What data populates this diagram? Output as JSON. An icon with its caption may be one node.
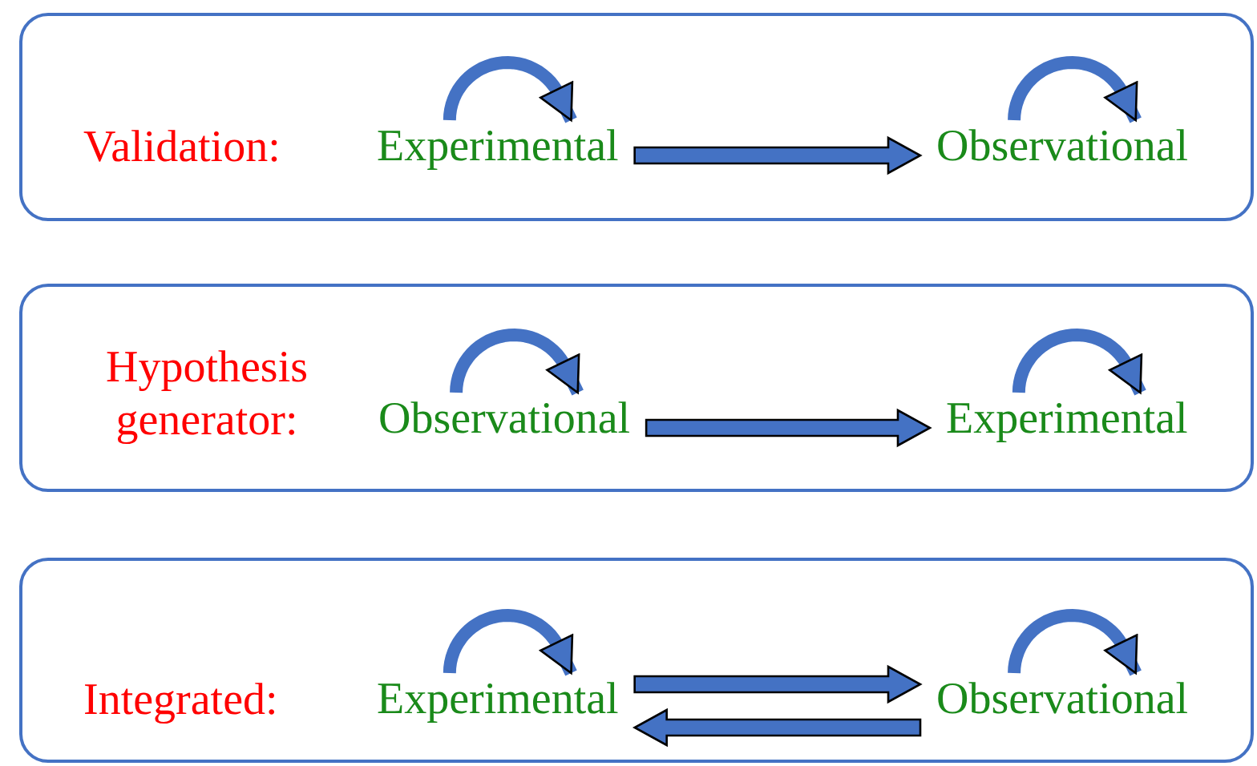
{
  "diagram": {
    "nodes": [
      {
        "text": [
          "Validation:"
        ]
      },
      {
        "text": [
          "Experimental"
        ],
        "in": 0
      },
      {
        "text": [
          "Observational"
        ],
        "in": 0
      },
      {
        "text": [
          "Hypothesis generator:"
        ]
      },
      {
        "text": [
          "Observational"
        ],
        "in": 3
      },
      {
        "text": [
          "Experimental"
        ],
        "in": 3
      },
      {
        "text": [
          "Integrated:"
        ]
      },
      {
        "text": [
          "Experimental"
        ],
        "in": 6
      },
      {
        "text": [
          "Observational"
        ],
        "in": 6
      }
    ],
    "edges": [
      {
        "from": 1,
        "to": 1,
        "arrow": "to"
      },
      {
        "from": 2,
        "to": 2,
        "arrow": "to"
      },
      {
        "from": 1,
        "to": 2,
        "arrow": "to"
      },
      {
        "from": 4,
        "to": 4,
        "arrow": "to"
      },
      {
        "from": 5,
        "to": 5,
        "arrow": "to"
      },
      {
        "from": 4,
        "to": 5,
        "arrow": "to"
      },
      {
        "from": 7,
        "to": 7,
        "arrow": "to"
      },
      {
        "from": 8,
        "to": 8,
        "arrow": "to"
      },
      {
        "from": 7,
        "to": 8,
        "arrow": "to"
      },
      {
        "from": 8,
        "to": 7,
        "arrow": "to"
      }
    ]
  }
}
